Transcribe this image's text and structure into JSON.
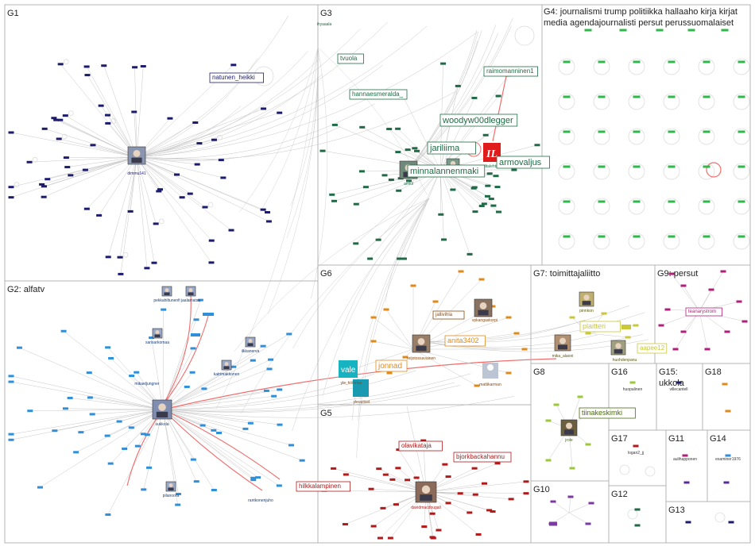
{
  "colors": {
    "G1": "#1c1c6e",
    "G2": "#2f8fd8",
    "G3": "#1f6b45",
    "G4": "#2fb84a",
    "G5": "#b01a1a",
    "G6": "#e08a1a",
    "G7": "#c8c83a",
    "G8": "#9ac83a",
    "G9": "#b0207a",
    "edge": "#c8c8c8",
    "redEdge": "#f26d6d",
    "border": "#b4b4b4"
  },
  "groups": [
    {
      "id": "G1",
      "label": "G1"
    },
    {
      "id": "G2",
      "label": "G2: alfatv"
    },
    {
      "id": "G3",
      "label": "G3"
    },
    {
      "id": "G4",
      "label": "G4: journalismi trump politiikka hallaaho kirja kirjat media agendajournalisti persut perussuomalaiset"
    },
    {
      "id": "G5",
      "label": "G5"
    },
    {
      "id": "G6",
      "label": "G6"
    },
    {
      "id": "G7",
      "label": "G7: toimittajaliitto"
    },
    {
      "id": "G8",
      "label": "G8"
    },
    {
      "id": "G9",
      "label": "G9: persut"
    },
    {
      "id": "G10",
      "label": "G10"
    },
    {
      "id": "G11",
      "label": "G11"
    },
    {
      "id": "G12",
      "label": "G12"
    },
    {
      "id": "G13",
      "label": "G13"
    },
    {
      "id": "G14",
      "label": "G14"
    },
    {
      "id": "G15",
      "label": "G15: ukkola"
    },
    {
      "id": "G16",
      "label": "G16"
    },
    {
      "id": "G17",
      "label": "G17"
    },
    {
      "id": "G18",
      "label": "G18"
    }
  ],
  "hubs": {
    "G1": "dimmu141",
    "G2": "sukkola",
    "G3": "amkil",
    "G5": "davidmacdougall",
    "G8": "jrole"
  },
  "nodeLabels": {
    "g1": [
      "natunen_heikki"
    ],
    "g2": [
      "pekkahiltunenfi",
      "jaalamatsa",
      "sarisarkomaa",
      "ilkkanerva",
      "katrimakkonen",
      "mikaeljungner",
      "pilanoora",
      "rantkonenjuho",
      "hilkkalampinen"
    ],
    "g3": [
      "ihyaaala",
      "tvuola",
      "hannaesmeralda_",
      "raimomanninen1",
      "woodyw00dlegger",
      "jariliima",
      "minnalannenmaki",
      "armovaljus",
      "iltalehti_fi"
    ],
    "g5": [
      "olavikataja",
      "bjorkbackahannu"
    ],
    "g6": [
      "jallivihla",
      "vpkangaskorpi",
      "anita3402",
      "reijotossavainen",
      "jonnad",
      "mattikarman",
      "vale",
      "yle_kotimaa",
      "yleuutiset"
    ],
    "g7": [
      "pinnkon",
      "plaitteri",
      "mika_alaoni",
      "huohdenpanu",
      "aapee12"
    ],
    "g8": [
      "tiinakeskimki"
    ],
    "g9": [
      "teanarystrom"
    ],
    "g11": [
      "aulihapponen"
    ],
    "g14": [
      "examiner1976"
    ],
    "g15": [
      "villecantell"
    ],
    "g16": [
      "huopalinen"
    ],
    "g17": [
      "logan2_jj"
    ]
  }
}
